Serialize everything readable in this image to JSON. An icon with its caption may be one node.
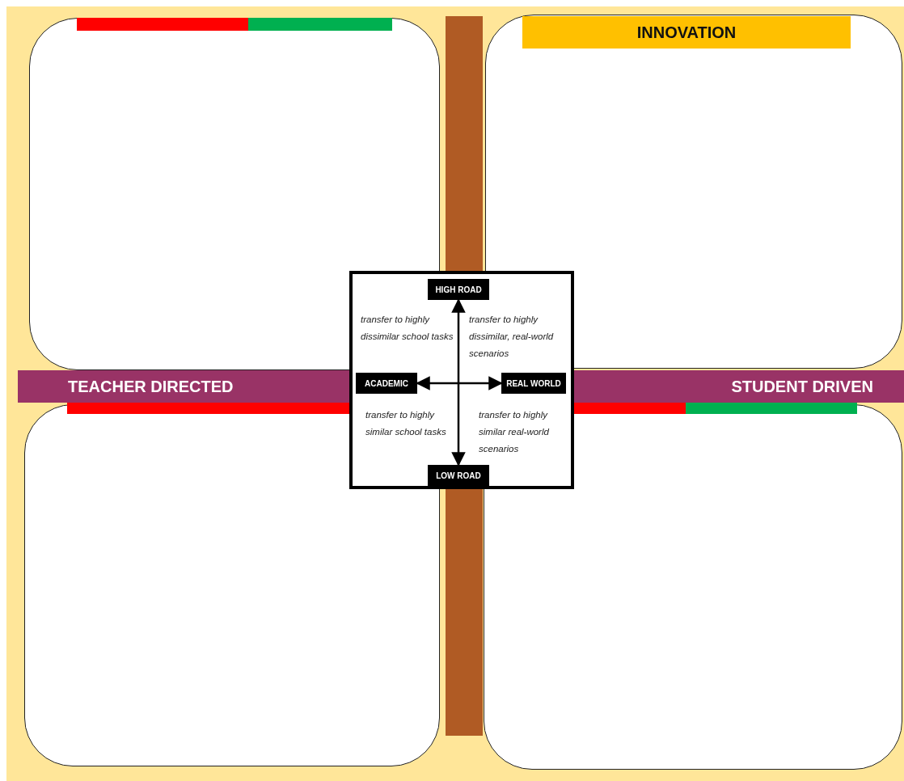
{
  "diagram": {
    "nodes": [
      {
        "text": [],
        "shape": "box"
      },
      {
        "text": [],
        "shape": "box"
      },
      {
        "text": [
          "INNOVATION"
        ],
        "in": 1
      },
      {
        "text": [],
        "shape": "box"
      },
      {
        "text": [
          "HIGH ROAD"
        ],
        "in": 3
      },
      {
        "text": [
          "ACADEMIC"
        ],
        "in": 3
      },
      {
        "text": [
          "REAL WORLD"
        ],
        "in": 3
      },
      {
        "text": [
          "LOW ROAD"
        ],
        "in": 3
      },
      {
        "text": [
          "TEACHER DIRECTED"
        ]
      },
      {
        "text": [
          "STUDENT DRIVEN"
        ]
      },
      {
        "text": [],
        "shape": "box"
      },
      {
        "text": [],
        "shape": "box"
      }
    ],
    "edges": [
      {
        "from": 4,
        "to": 7,
        "arrow": "both"
      },
      {
        "from": 5,
        "to": 6,
        "arrow": "both"
      }
    ],
    "labels": [
      "transfer to highly dissimilar school tasks",
      "transfer to highly dissimilar, real-world scenarios",
      "transfer to highly similar school tasks",
      "transfer to highly similar real-world scenarios"
    ]
  }
}
